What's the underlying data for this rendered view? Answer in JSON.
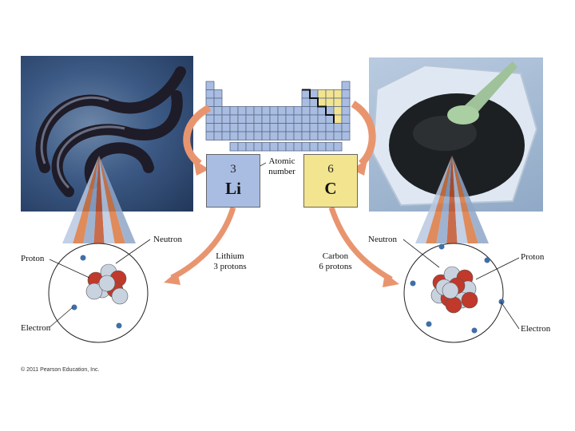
{
  "labels": {
    "atomic_number_line1": "Atomic",
    "atomic_number_line2": "number",
    "left_neutron": "Neutron",
    "left_proton": "Proton",
    "left_electron": "Electron",
    "right_neutron": "Neutron",
    "right_proton": "Proton",
    "right_electron": "Electron"
  },
  "lithium": {
    "number": "3",
    "symbol": "Li",
    "name": "Lithium",
    "protons": "3 protons"
  },
  "carbon": {
    "number": "6",
    "symbol": "C",
    "name": "Carbon",
    "protons": "6 protons"
  },
  "copyright": "© 2011 Pearson Education, Inc.",
  "colors": {
    "table_cell": "#a9bde2",
    "table_highlight": "#f3e48f",
    "arrow": "#e8956f",
    "proton": "#c0392b",
    "neutron": "#c9d3df",
    "electron": "#3f6fa6"
  },
  "icons": {
    "lithium_photo": "lithium-metal-photo",
    "carbon_photo": "carbon-powder-photo"
  }
}
